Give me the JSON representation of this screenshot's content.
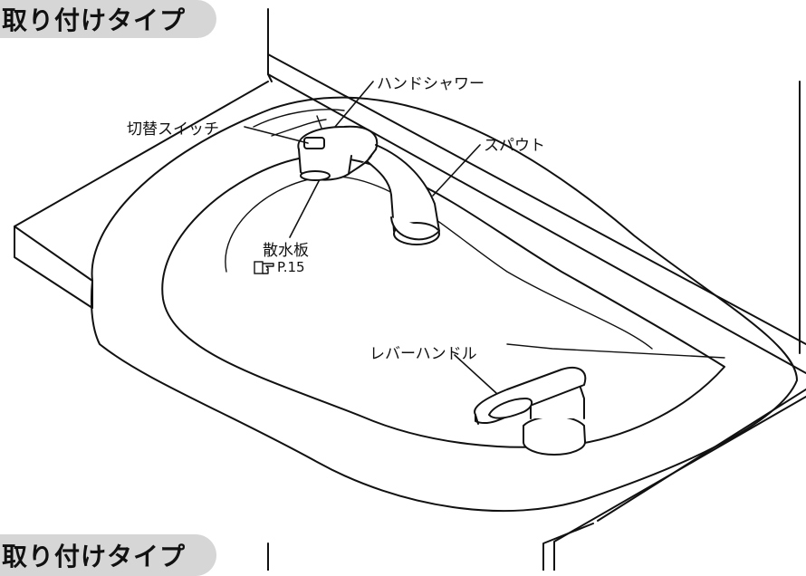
{
  "headings": {
    "top": "取り付けタイプ",
    "bottom": "取り付けタイプ"
  },
  "callouts": {
    "hand_shower": "ハンドシャワー",
    "switch": "切替スイッチ",
    "spout": "スパウト",
    "sprinkler_plate": "散水板",
    "page_ref": "P.15",
    "lever_handle": "レバーハンドル"
  },
  "icons": {
    "page_ref_icon": "pointing-hand-icon"
  }
}
